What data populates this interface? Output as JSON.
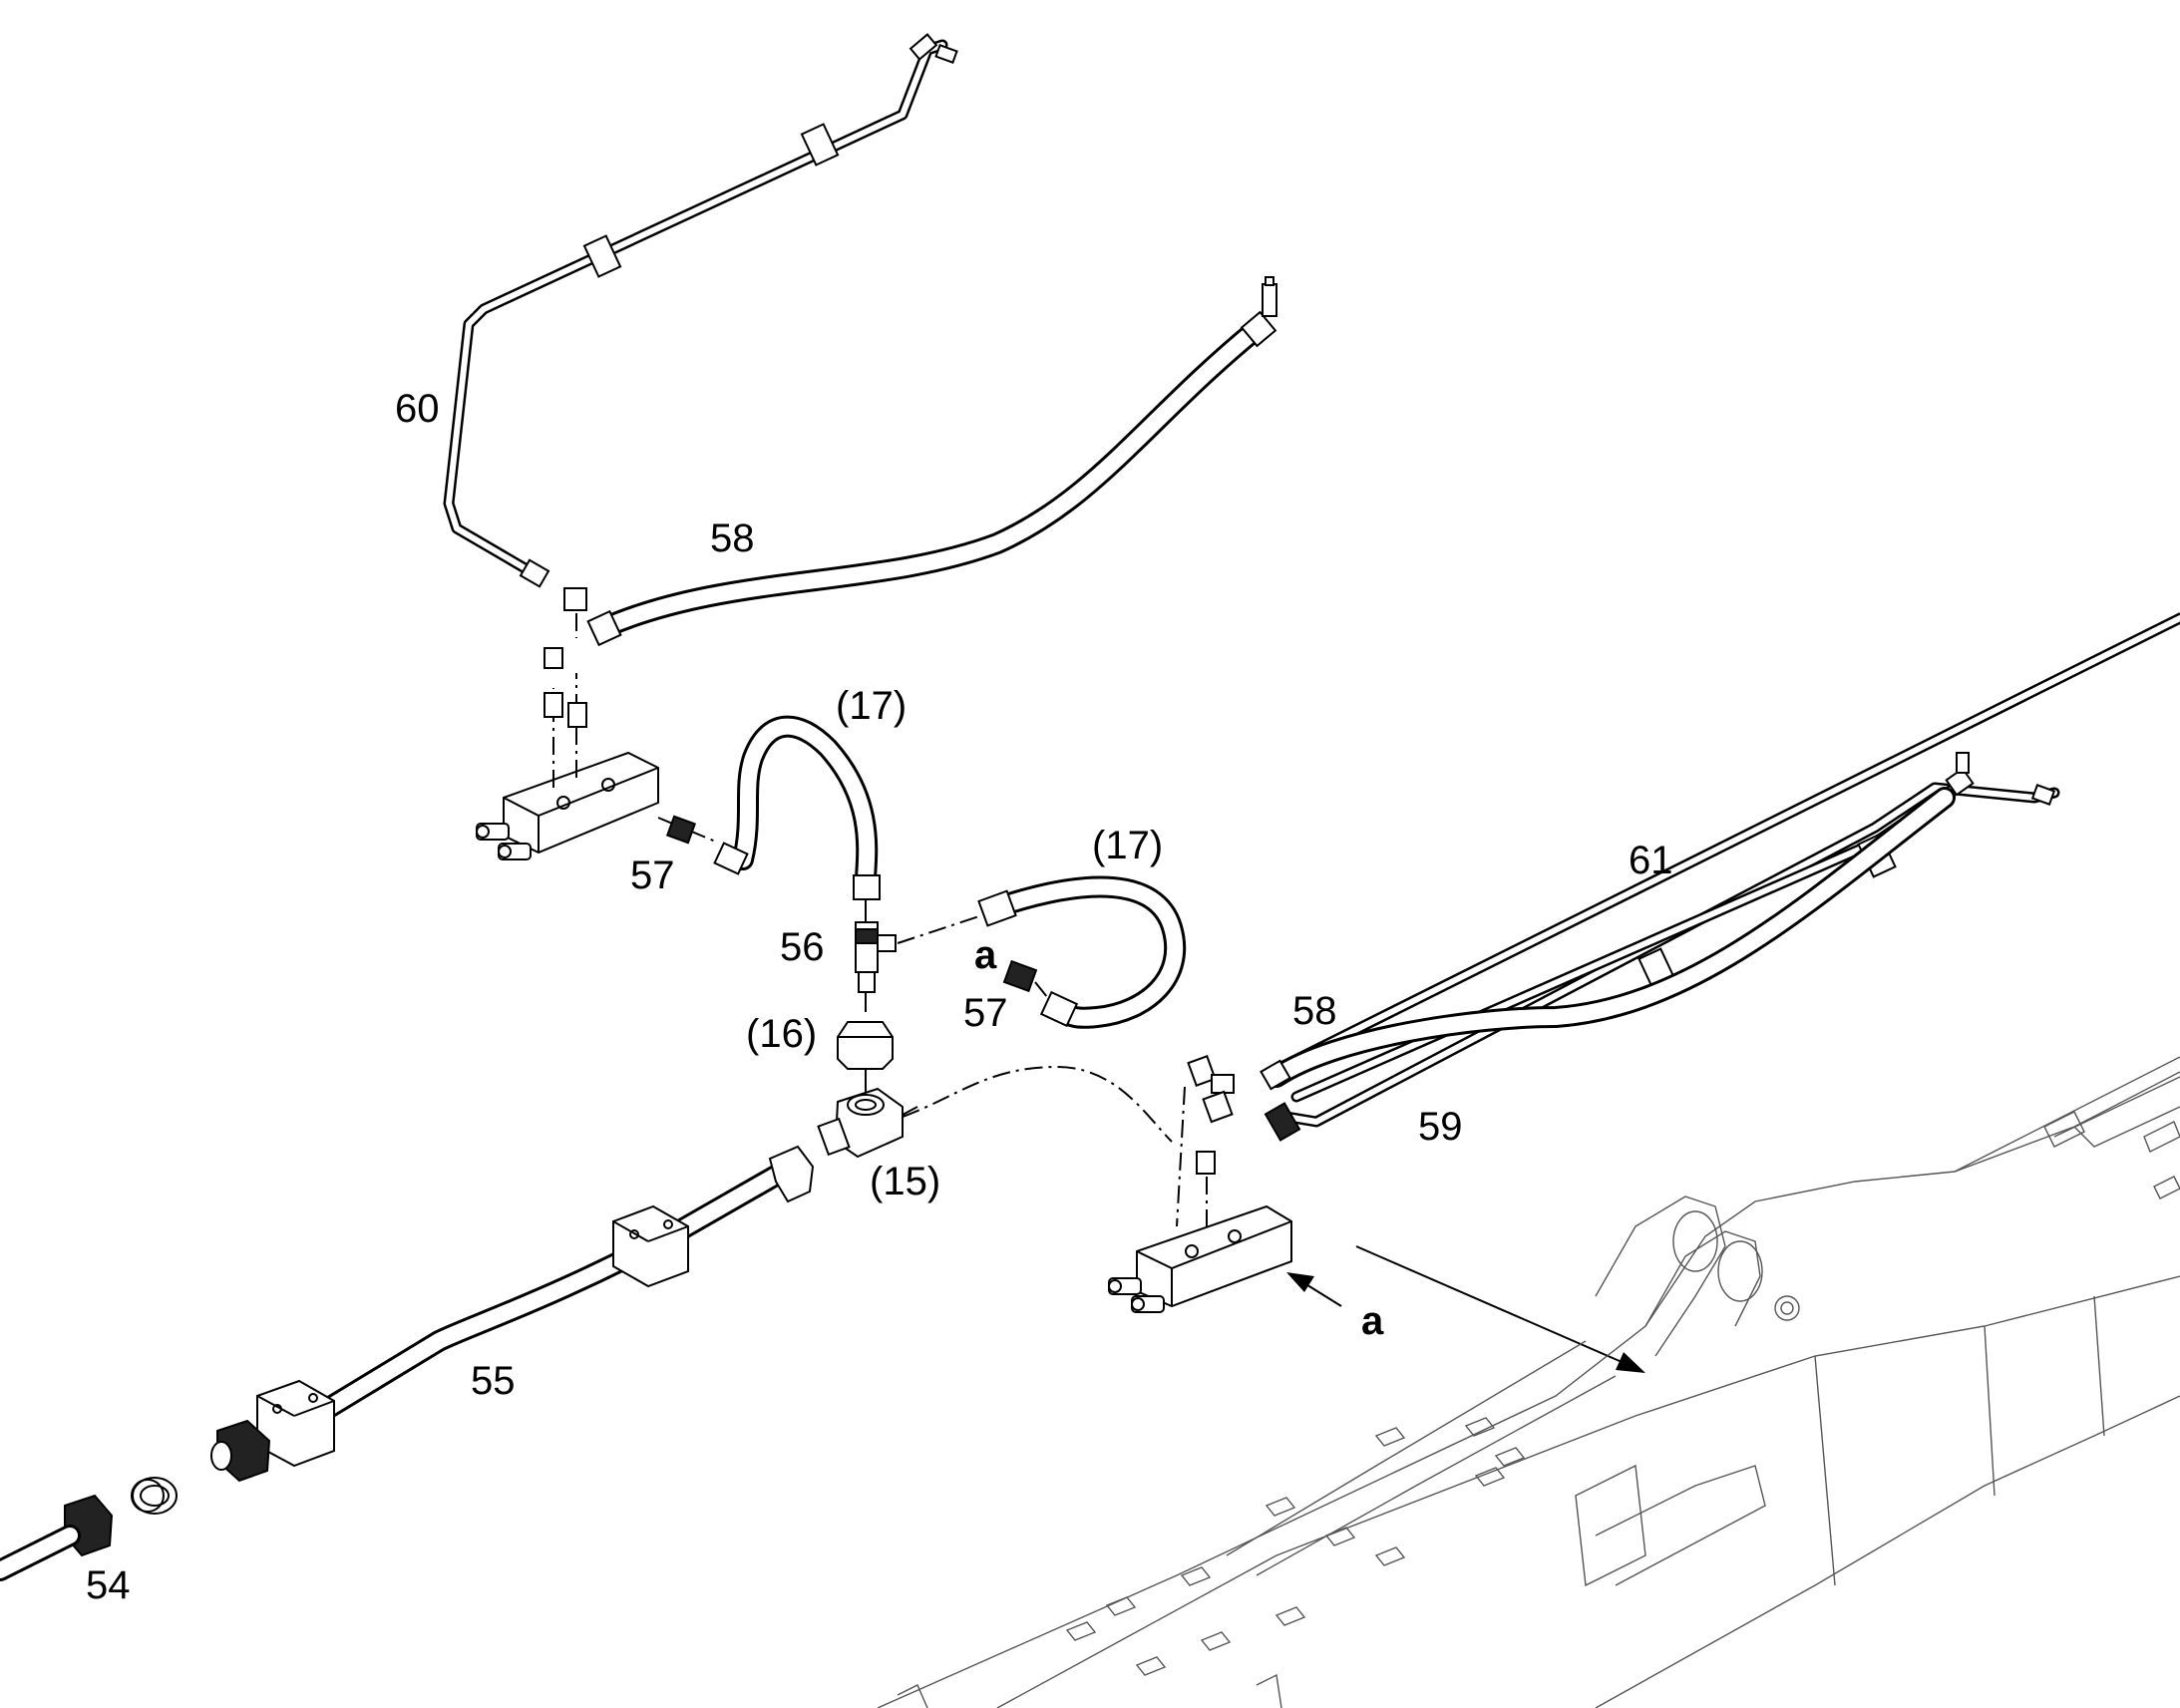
{
  "callouts": {
    "c60": "60",
    "c58_top": "58",
    "c17_top": "(17)",
    "c57_left": "57",
    "c56": "56",
    "c17_mid": "(17)",
    "c_a_small": "a",
    "c57_mid": "57",
    "c16": "(16)",
    "c15": "(15)",
    "c61": "61",
    "c58_right": "58",
    "c59": "59",
    "c_a_arrow": "a",
    "c55": "55",
    "c54": "54"
  },
  "colors": {
    "line": "#000000",
    "background": "#ffffff",
    "hatch": "#555555"
  }
}
